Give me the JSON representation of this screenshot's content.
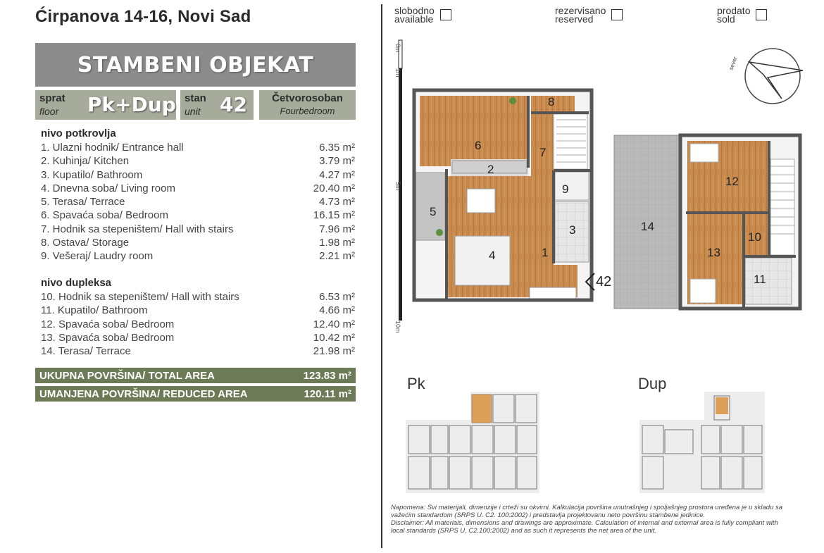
{
  "address": "Ćirpanova 14-16, Novi Sad",
  "building_type": "STAMBENI OBJEKAT",
  "floor": {
    "label": "sprat",
    "label_en": "floor",
    "value": "Pk+Dup"
  },
  "unit": {
    "label": "stan",
    "label_en": "unit",
    "value": "42"
  },
  "apartment_type": {
    "label": "Četvorosoban",
    "label_en": "Fourbedroom"
  },
  "level_attic": {
    "title": "nivo potkrovlja",
    "rooms": [
      {
        "name": "1. Ulazni hodnik/ Entrance hall",
        "area": "6.35 m²"
      },
      {
        "name": "2. Kuhinja/ Kitchen",
        "area": "3.79 m²"
      },
      {
        "name": "3. Kupatilo/ Bathroom",
        "area": "4.27 m²"
      },
      {
        "name": "4. Dnevna soba/ Living room",
        "area": "20.40 m²"
      },
      {
        "name": "5. Terasa/ Terrace",
        "area": "4.73 m²"
      },
      {
        "name": "6. Spavaća soba/ Bedroom",
        "area": "16.15 m²"
      },
      {
        "name": "7. Hodnik sa stepeništem/ Hall with stairs",
        "area": "7.96 m²"
      },
      {
        "name": "8. Ostava/ Storage",
        "area": "1.98 m²"
      },
      {
        "name": "9. Vešeraj/ Laudry room",
        "area": "2.21 m²"
      }
    ]
  },
  "level_duplex": {
    "title": "nivo dupleksa",
    "rooms": [
      {
        "name": "10. Hodnik sa stepeništem/ Hall with stairs",
        "area": "6.53 m²"
      },
      {
        "name": "11. Kupatilo/ Bathroom",
        "area": "4.66 m²"
      },
      {
        "name": "12. Spavaća soba/ Bedroom",
        "area": "12.40 m²"
      },
      {
        "name": "13. Spavaća soba/ Bedroom",
        "area": "10.42 m²"
      },
      {
        "name": "14. Terasa/ Terrace",
        "area": "21.98 m²"
      }
    ]
  },
  "total_area": {
    "label": "UKUPNA POVRŠINA/ TOTAL AREA",
    "value": "123.83 m²"
  },
  "reduced_area": {
    "label": "UMANJENA POVRŠINA/ REDUCED AREA",
    "value": "120.11 m²"
  },
  "status": {
    "available": {
      "line1": "slobodno",
      "line2": "available"
    },
    "reserved": {
      "line1": "rezervisano",
      "line2": "reserved"
    },
    "sold": {
      "line1": "prodato",
      "line2": "sold"
    }
  },
  "scale": {
    "m0": "0m",
    "m1": "1m",
    "m5": "5m",
    "m10": "10m"
  },
  "compass_label": "sever",
  "plan_room_numbers": [
    "1",
    "2",
    "3",
    "4",
    "5",
    "6",
    "7",
    "8",
    "9",
    "10",
    "11",
    "12",
    "13",
    "14"
  ],
  "unit_marker": "42",
  "key_plans": {
    "pk": "Pk",
    "dup": "Dup"
  },
  "note_sr": "Napomena: Svi materijali, dimenzije i crteži su okvirni. Kalkulacija površina unutrašnjeg i spoljašnjeg prostora uređena je u skladu sa važećim standardom (SRPS U. C2. 100:2002) i predstavlja projektovanu neto površinu stambene jedinice.",
  "note_en": "Disclaimer: All materials, dimensions and drawings are approximate. Calculation of internal and external area is fully compliant with local standards (SRPS U. C2.100:2002) and as such it represents the net area of the unit.",
  "colors": {
    "banner_gray": "#8c8c8c",
    "info_box": "#a6ab9b",
    "total_green": "#6c7b55",
    "wood": "#c98a4e",
    "terrace": "#b8b8b8"
  }
}
